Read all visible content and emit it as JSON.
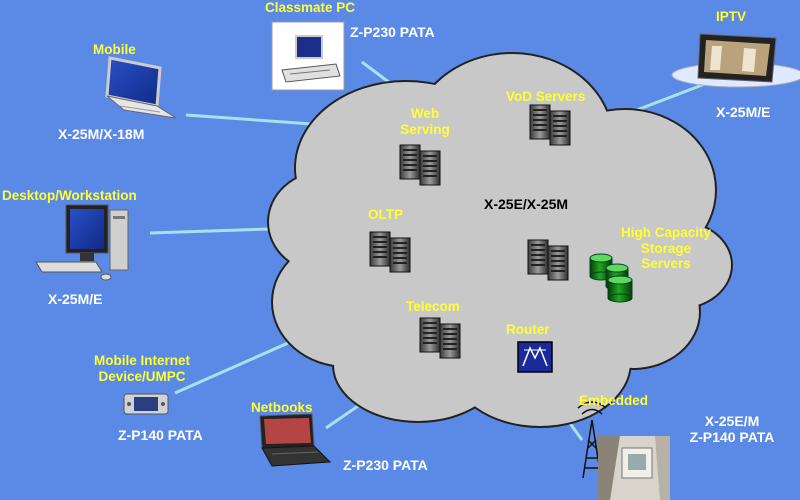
{
  "cloud": {
    "center_label": "X-25E/X-25M",
    "nodes": {
      "web_serving": "Web\nServing",
      "vod_servers": "VoD Servers",
      "oltp": "OLTP",
      "high_capacity_storage": "High Capacity\nStorage\nServers",
      "telecom": "Telecom",
      "router": "Router"
    }
  },
  "devices": {
    "classmate_pc": {
      "title": "Classmate PC",
      "drive": "Z-P230 PATA"
    },
    "mobile": {
      "title": "Mobile",
      "drive": "X-25M/X-18M"
    },
    "iptv": {
      "title": "IPTV",
      "drive": "X-25M/E"
    },
    "desktop": {
      "title": "Desktop/Workstation",
      "drive": "X-25M/E"
    },
    "mid_umpc": {
      "title": "Mobile Internet\nDevice/UMPC",
      "drive": "Z-P140 PATA"
    },
    "netbooks": {
      "title": "Netbooks",
      "drive": "Z-P230 PATA"
    },
    "embedded": {
      "title": "Embedded",
      "drive": "X-25E/M\nZ-P140 PATA"
    }
  },
  "colors": {
    "background": "#5b8ae6",
    "cloud_fill": "#c8c8c8",
    "cloud_outline": "#222222",
    "link_line": "#a8e0ee",
    "title_text": "#ffff33",
    "drive_text": "#ffffff"
  }
}
